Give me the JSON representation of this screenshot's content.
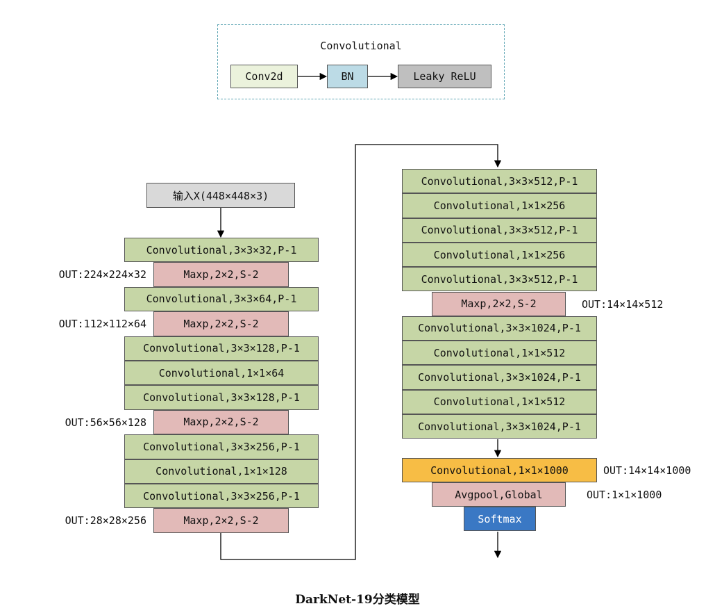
{
  "legend": {
    "title": "Convolutional",
    "blocks": [
      "Conv2d",
      "BN",
      "Leaky ReLU"
    ]
  },
  "input_label": "输入X(448×448×3)",
  "left_column": [
    {
      "kind": "conv",
      "text": "Convolutional,3×3×32,P-1"
    },
    {
      "kind": "pool",
      "text": "Maxp,2×2,S-2",
      "out": "OUT:224×224×32"
    },
    {
      "kind": "conv",
      "text": "Convolutional,3×3×64,P-1"
    },
    {
      "kind": "pool",
      "text": "Maxp,2×2,S-2",
      "out": "OUT:112×112×64"
    },
    {
      "kind": "conv",
      "text": "Convolutional,3×3×128,P-1"
    },
    {
      "kind": "conv",
      "text": "Convolutional,1×1×64"
    },
    {
      "kind": "conv",
      "text": "Convolutional,3×3×128,P-1"
    },
    {
      "kind": "pool",
      "text": "Maxp,2×2,S-2",
      "out": "OUT:56×56×128"
    },
    {
      "kind": "conv",
      "text": "Convolutional,3×3×256,P-1"
    },
    {
      "kind": "conv",
      "text": "Convolutional,1×1×128"
    },
    {
      "kind": "conv",
      "text": "Convolutional,3×3×256,P-1"
    },
    {
      "kind": "pool",
      "text": "Maxp,2×2,S-2",
      "out": "OUT:28×28×256"
    }
  ],
  "right_column": [
    {
      "kind": "conv",
      "text": "Convolutional,3×3×512,P-1"
    },
    {
      "kind": "conv",
      "text": "Convolutional,1×1×256"
    },
    {
      "kind": "conv",
      "text": "Convolutional,3×3×512,P-1"
    },
    {
      "kind": "conv",
      "text": "Convolutional,1×1×256"
    },
    {
      "kind": "conv",
      "text": "Convolutional,3×3×512,P-1"
    },
    {
      "kind": "pool",
      "text": "Maxp,2×2,S-2",
      "out": "OUT:14×14×512"
    },
    {
      "kind": "conv",
      "text": "Convolutional,3×3×1024,P-1"
    },
    {
      "kind": "conv",
      "text": "Convolutional,1×1×512"
    },
    {
      "kind": "conv",
      "text": "Convolutional,3×3×1024,P-1"
    },
    {
      "kind": "conv",
      "text": "Convolutional,1×1×512"
    },
    {
      "kind": "conv",
      "text": "Convolutional,3×3×1024,P-1"
    }
  ],
  "head": [
    {
      "kind": "final",
      "text": "Convolutional,1×1×1000",
      "out": "OUT:14×14×1000"
    },
    {
      "kind": "pool",
      "text": "Avgpool,Global",
      "out": "OUT:1×1×1000"
    },
    {
      "kind": "softmax",
      "text": "Softmax"
    }
  ],
  "caption": "DarkNet-19分类模型",
  "colors": {
    "conv": "#c6d6a6",
    "pool": "#e2bab8",
    "input": "#d9d9d9",
    "legend_conv2d": "#ebf2dc",
    "legend_bn": "#bcdbe6",
    "legend_relu": "#bfbfbf",
    "final": "#f7bd45",
    "softmax": "#3a78c4",
    "legend_frame": "#5fa6b4"
  }
}
